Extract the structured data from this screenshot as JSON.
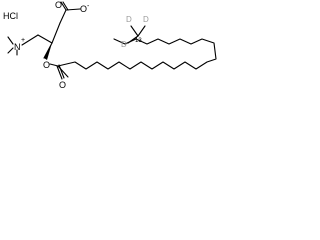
{
  "molecule": {
    "salt_label": "HCl",
    "nitrogen": {
      "symbol": "N",
      "charge": "+"
    },
    "carboxylate": {
      "oxygen": "O",
      "charge": "-"
    },
    "carbonyl_oxygens": [
      "O",
      "O"
    ],
    "ester_oxygen": "O",
    "deuterium_labels": [
      "D",
      "D",
      "D"
    ],
    "labeled_carbon": {
      "text": "13",
      "note_color": "#9a9a9a"
    }
  }
}
